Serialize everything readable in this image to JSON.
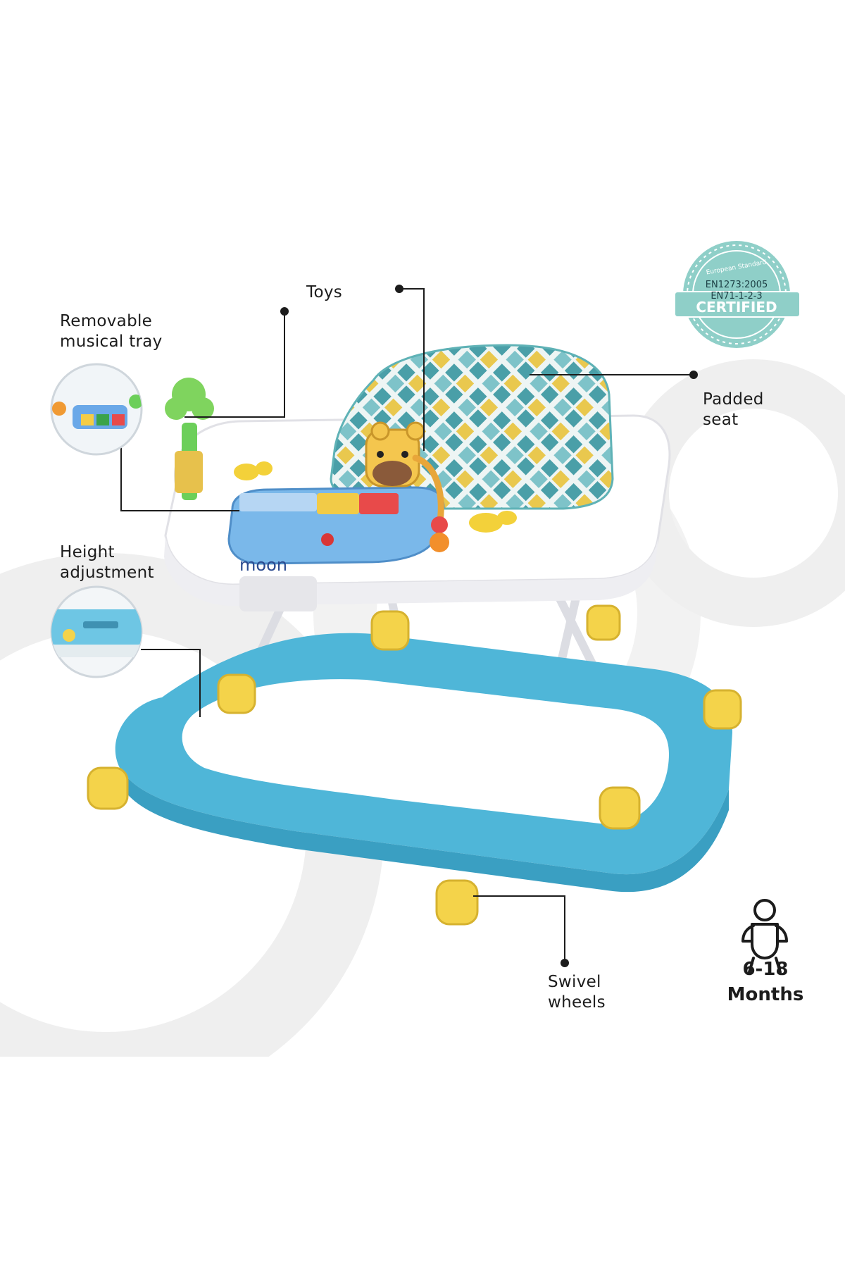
{
  "labels": {
    "tray": [
      "Removable",
      "musical tray"
    ],
    "toys": "Toys",
    "seat": [
      "Padded",
      "seat"
    ],
    "height": [
      "Height",
      "adjustment"
    ],
    "wheels": [
      "Swivel",
      "wheels"
    ]
  },
  "age": [
    "6-18",
    "Months"
  ],
  "badge": {
    "arc": "European Standard",
    "line1": "EN1273:2005",
    "line2": "EN71-1-2-3",
    "line3": "CERTIFIED"
  },
  "brand": "moon",
  "icons": [
    "baby-icon",
    "certified-seal-icon"
  ],
  "colors": {
    "walker_base": "#4fb6d8",
    "wheel": "#f4d34a",
    "seal": "#8fcfc8",
    "seat_teal": "#4a9fa8",
    "seat_yellow": "#e9c84e"
  }
}
